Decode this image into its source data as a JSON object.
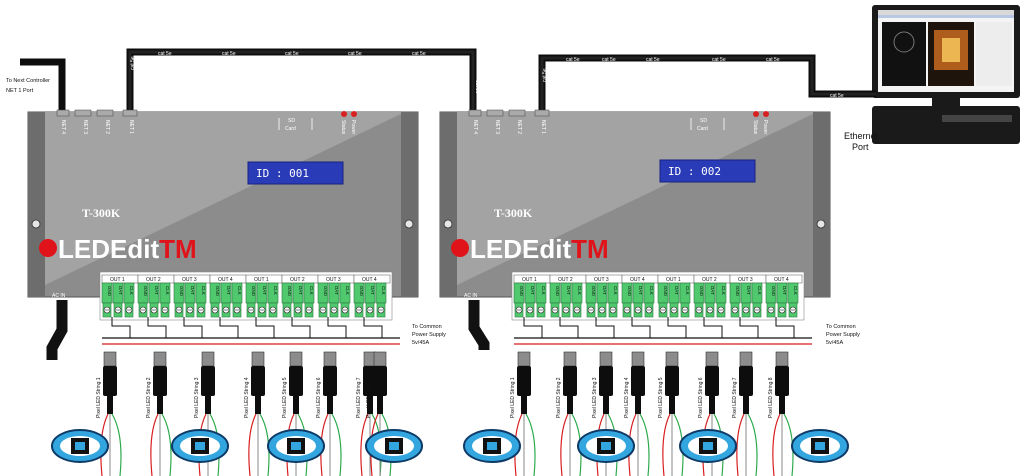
{
  "next_controller": {
    "line1": "To Next Controller",
    "line2": "NET 1 Port"
  },
  "cable_label": "cat 5e",
  "ethernet_port": {
    "line1": "Ethernet",
    "line2": "Port"
  },
  "power_supply": {
    "line1": "To Common",
    "line2": "Power Supply",
    "line3": "5v/45A"
  },
  "controllers": [
    {
      "model": "T-300K",
      "id": "ID : 001",
      "brand": "LEDEdit",
      "brand_tm": "TM"
    },
    {
      "model": "T-300K",
      "id": "ID : 002",
      "brand": "LEDEdit",
      "brand_tm": "TM"
    }
  ],
  "ports": [
    "NET 4",
    "NET 3",
    "NET 2",
    "NET 1"
  ],
  "sd": {
    "line1": "SD",
    "line2": "Card"
  },
  "leds": [
    "Status",
    "Power"
  ],
  "ac_in": "AC IN",
  "outputs": [
    "OUT 1",
    "OUT 2",
    "OUT 3",
    "OUT 4",
    "OUT 1",
    "OUT 2",
    "OUT 3",
    "OUT 4"
  ],
  "pins": [
    "GND",
    "DAT",
    "CLK"
  ],
  "strings": [
    "Pixel LED String 1",
    "Pixel LED String 2",
    "Pixel LED String 3",
    "Pixel LED String 4",
    "Pixel LED String 5",
    "Pixel LED String 6",
    "Pixel LED String 7",
    "Pixel LED String 8"
  ],
  "colors": {
    "case": "#7f7f7f",
    "case_dark": "#5e5e5e",
    "cable": "#0d0d0d",
    "terminal": "#4fc86e",
    "lcd": "#2a3bb8",
    "wire_red": "#d81e1e",
    "wire_green": "#2aa84a",
    "pixel": "#33a6e0"
  }
}
